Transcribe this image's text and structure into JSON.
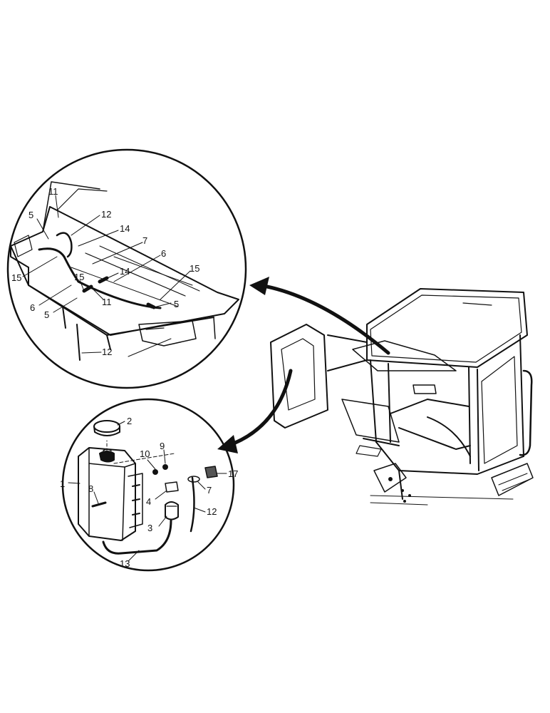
{
  "colors": {
    "ink": "#111111",
    "paper": "#ffffff"
  },
  "callouts": {
    "top": {
      "c11a": "11",
      "c5a": "5",
      "c12a": "12",
      "c14a": "14",
      "c7": "7",
      "c15a": "15",
      "c6a": "6",
      "c15b": "15",
      "c14b": "14",
      "c15c": "15",
      "c6b": "6",
      "c11b": "11",
      "c5b": "5",
      "c5c": "5",
      "c12b": "12"
    },
    "bottom": {
      "c2": "2",
      "c10": "10",
      "c9": "9",
      "c1": "1",
      "c8": "8",
      "c17": "17",
      "c7": "7",
      "c4": "4",
      "c3": "3",
      "c12": "12",
      "c13": "13"
    }
  }
}
